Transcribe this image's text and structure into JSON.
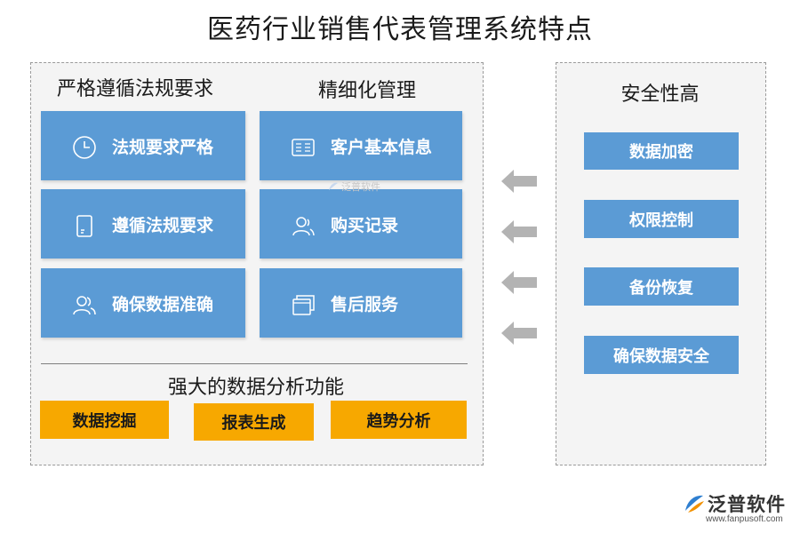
{
  "title": "医药行业销售代表管理系统特点",
  "strict": {
    "heading": "严格遵循法规要求",
    "items": [
      {
        "label": "法规要求严格",
        "icon": "clock-icon"
      },
      {
        "label": "遵循法规要求",
        "icon": "document-icon"
      },
      {
        "label": "确保数据准确",
        "icon": "users-icon"
      }
    ]
  },
  "fine": {
    "heading": "精细化管理",
    "items": [
      {
        "label": "客户基本信息",
        "icon": "id-card-icon"
      },
      {
        "label": "购买记录",
        "icon": "user-icon"
      },
      {
        "label": "售后服务",
        "icon": "windows-icon"
      }
    ]
  },
  "analysis": {
    "heading": "强大的数据分析功能",
    "items": [
      "数据挖掘",
      "报表生成",
      "趋势分析"
    ]
  },
  "safety": {
    "heading": "安全性高",
    "items": [
      "数据加密",
      "权限控制",
      "备份恢复",
      "确保数据安全"
    ]
  },
  "watermark": "泛普软件",
  "brand": {
    "name": "泛普软件",
    "url": "www.fanpusoft.com"
  },
  "colors": {
    "card_blue": "#5b9bd5",
    "button_orange": "#f7a800",
    "arrow_gray": "#b3b3b3",
    "panel_bg": "#f4f4f4"
  }
}
